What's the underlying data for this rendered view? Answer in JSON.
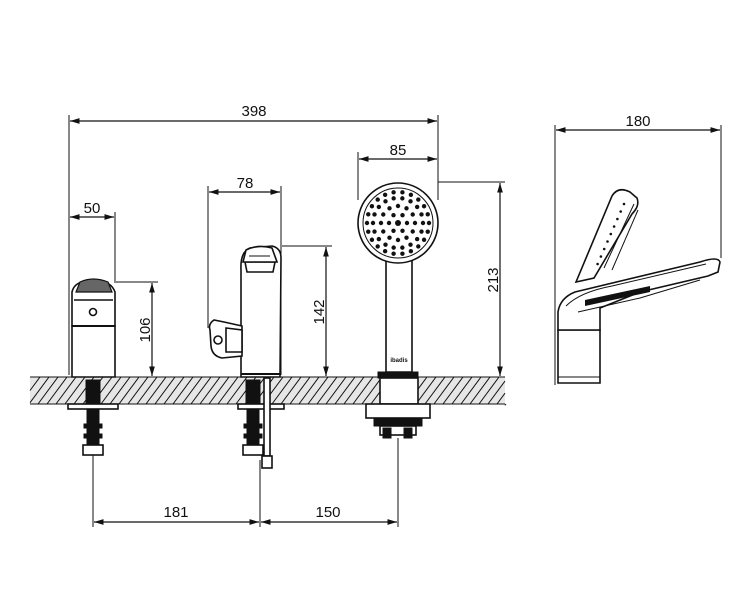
{
  "dimensions": {
    "total_width": "398",
    "spout_to_shower_left": "181",
    "spout_to_shower_right": "150",
    "handle_width": "50",
    "handle_height": "106",
    "spout_width": "78",
    "spout_height": "142",
    "handshower_width": "85",
    "handshower_height": "213",
    "side_view_depth": "180"
  },
  "brand_mark": "ibadis"
}
